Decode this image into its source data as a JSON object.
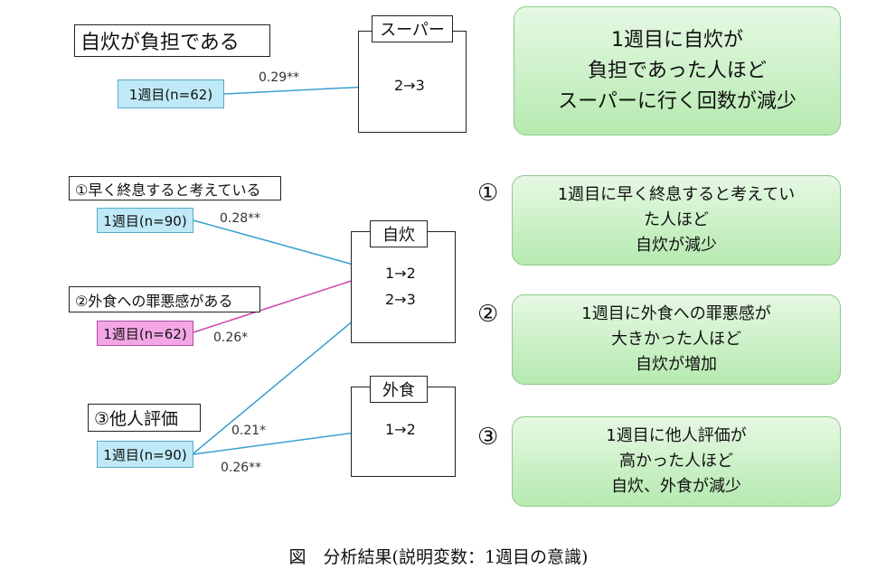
{
  "top": {
    "factor": "自炊が負担である",
    "predictor": "1週目(n=62)",
    "coef": "0.29**",
    "outcome_title": "スーパー",
    "outcome_change": "2→3",
    "summary": "1週目に自炊が\n負担であった人ほど\nスーパーに行く回数が減少"
  },
  "factors": [
    {
      "label": "①早く終息すると考えている",
      "predictor": "1週目(n=90)",
      "coef": "0.28**"
    },
    {
      "label": "②外食への罪悪感がある",
      "predictor": "1週目(n=62)",
      "coef": "0.26*"
    },
    {
      "label": "③他人評価",
      "predictor": "1週目(n=90)",
      "coef_a": "0.21*",
      "coef_b": "0.26**"
    }
  ],
  "outcomes": {
    "jisui": {
      "title": "自炊",
      "rows": [
        "1→2",
        "2→3"
      ]
    },
    "gaishoku": {
      "title": "外食",
      "rows": [
        "1→2"
      ]
    }
  },
  "summaries": [
    {
      "num": "①",
      "text": "1週目に早く終息すると考えてい\nた人ほど\n自炊が減少"
    },
    {
      "num": "②",
      "text": "1週目に外食への罪悪感が\n大きかった人ほど\n自炊が増加"
    },
    {
      "num": "③",
      "text": "1週目に他人評価が\n高かった人ほど\n自炊、外食が減少"
    }
  ],
  "caption": "図　分析結果(説明変数：1週目の意識)",
  "colors": {
    "cyan_arrow": "#3a9fd1",
    "pink_arrow": "#d040b0",
    "green_fill": "#b6eab0"
  }
}
